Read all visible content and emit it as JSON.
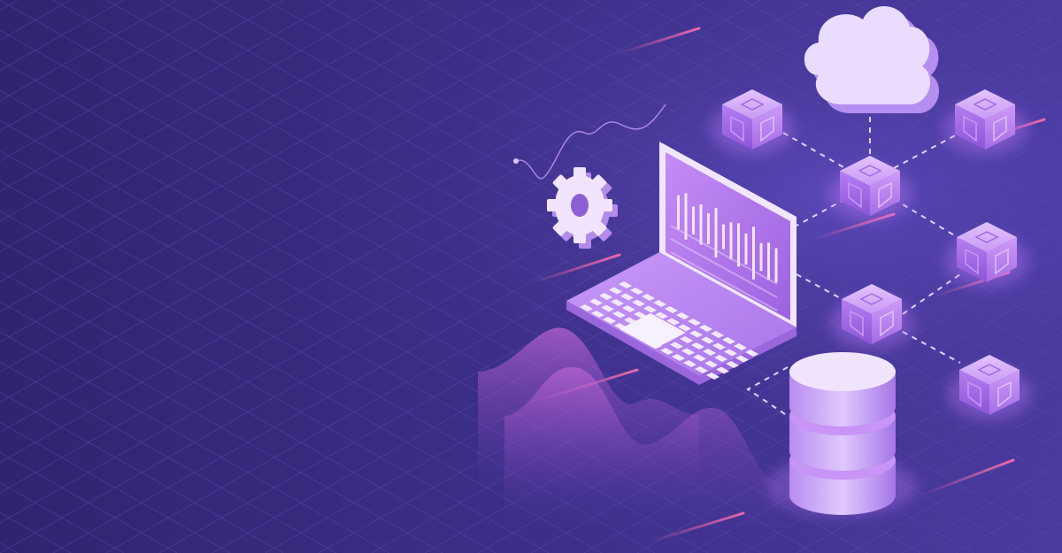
{
  "scene": {
    "description_kind": "isometric illustration",
    "elements": {
      "cloud": "cloud-icon",
      "laptop": "laptop-icon",
      "gear": "gear-icon",
      "database": "database-icon",
      "blocks": "cube-icon",
      "waves": "wave-shape"
    },
    "colors": {
      "background_dark": "#2f2470",
      "background_light": "#4a3aa0",
      "accent_violet": "#b070f0",
      "accent_light": "#e8d8ff",
      "accent_pink": "#ff6fb0",
      "grid_line": "#5a4bb0"
    },
    "laptop_screen_bars": [
      0.55,
      0.75,
      0.45,
      0.65,
      0.5,
      0.8,
      0.4,
      0.6,
      0.7,
      0.5,
      0.85,
      0.45,
      0.6,
      0.55
    ]
  }
}
